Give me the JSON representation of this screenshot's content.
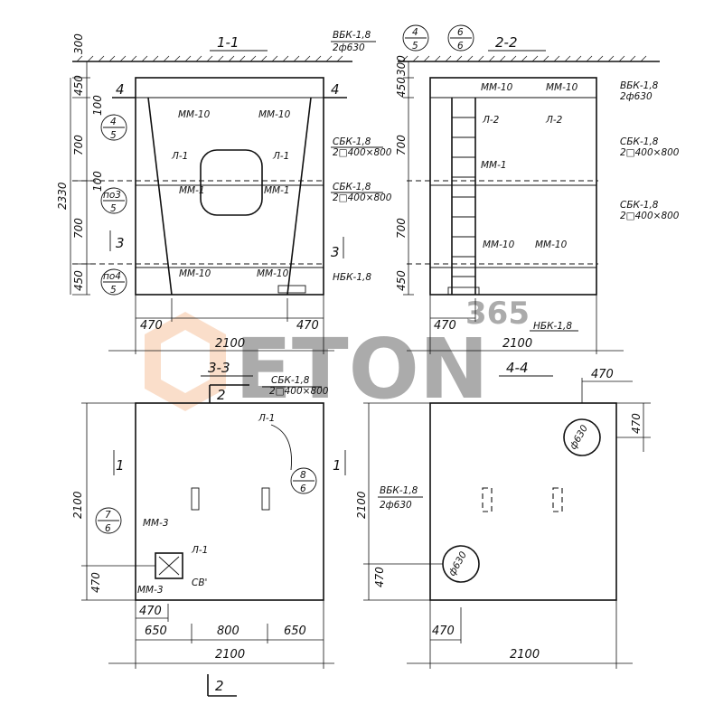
{
  "sections": {
    "s11": "1-1",
    "s22": "2-2",
    "s33": "3-3",
    "s44": "4-4"
  },
  "cut_marks": {
    "four": "4",
    "three": "3",
    "one": "1",
    "two": "2"
  },
  "labels": {
    "vbk": "ВБК-1,8",
    "vbk_spec": "2ф630",
    "sbk": "СБК-1,8",
    "sbk_spec1": "2□400×800",
    "sbk_spec2": "2□400×800",
    "nbk": "НБК-1,8",
    "mm10": "ММ-10",
    "mm1": "ММ-1",
    "mm3": "ММ-3",
    "l1": "Л-1",
    "l2": "Л-2",
    "sv": "СВ'",
    "phi630": "ф630"
  },
  "callouts": {
    "c45": {
      "top": "4",
      "bottom": "5"
    },
    "c66": {
      "top": "6",
      "bottom": "6"
    },
    "c35": {
      "top": "по3",
      "bottom": "5"
    },
    "c45b": {
      "top": "по4",
      "bottom": "5"
    },
    "c86": {
      "top": "8",
      "bottom": "6"
    },
    "c76": {
      "top": "7",
      "bottom": "6"
    }
  },
  "dims": {
    "d300": "300",
    "d450": "450",
    "d700": "700",
    "d2330": "2330",
    "d100": "100",
    "d470": "470",
    "d2100": "2100",
    "d650": "650",
    "d800": "800"
  },
  "watermark": {
    "brand": "ETON",
    "num": "365"
  }
}
